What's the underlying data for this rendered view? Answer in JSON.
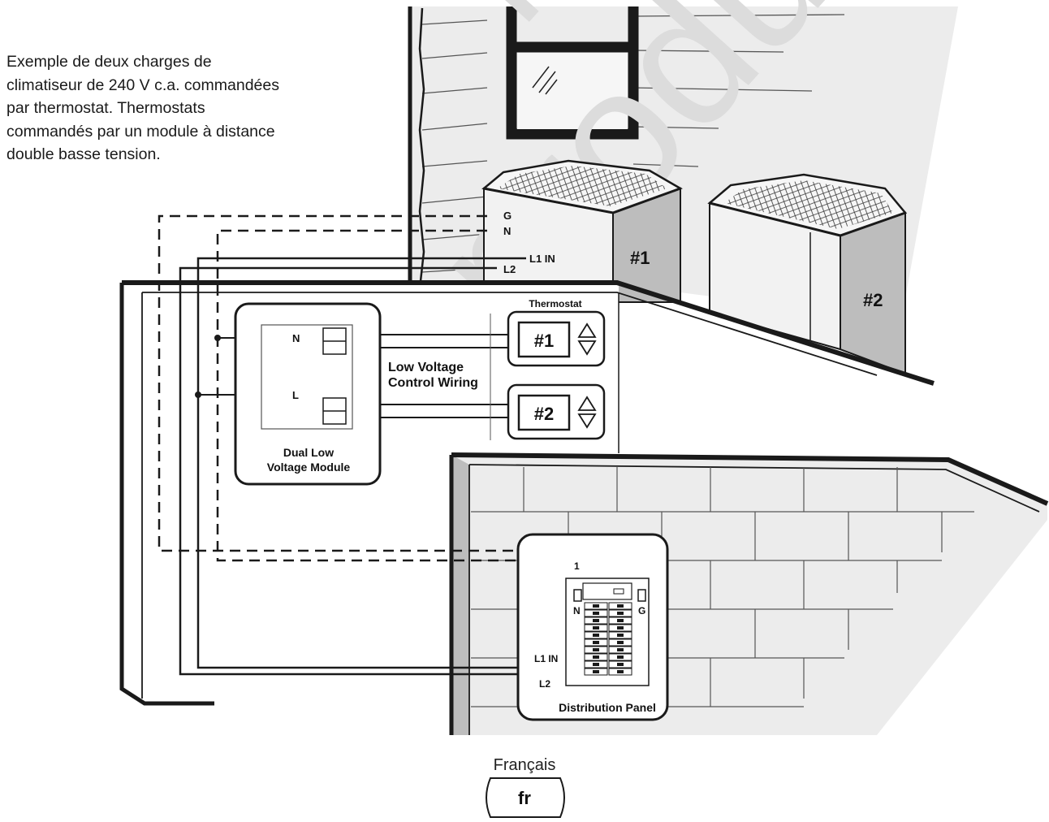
{
  "caption": {
    "lines": [
      "Exemple de deux charges de",
      "climatiseur de 240 V c.a. commandées",
      "par thermostat. Thermostats",
      "commandés par un module à distance",
      "double basse tension."
    ]
  },
  "watermark": {
    "line1": "for",
    "line2": "Reproduct"
  },
  "labels": {
    "wire_g": "G",
    "wire_n": "N",
    "wire_l1in": "L1 IN",
    "wire_l2": "L2",
    "unit1": "#1",
    "unit2": "#2",
    "thermostat_title": "Thermostat",
    "thermostat1": "#1",
    "thermostat2": "#2",
    "low_voltage_line1": "Low Voltage",
    "low_voltage_line2": "Control Wiring",
    "module_n": "N",
    "module_l": "L",
    "module_line1": "Dual Low",
    "module_line2": "Voltage Module",
    "panel_1": "1",
    "panel_n": "N",
    "panel_g": "G",
    "panel_l1in": "L1 IN",
    "panel_l2": "L2",
    "panel_title": "Distribution Panel"
  },
  "language": {
    "name": "Français",
    "code": "fr"
  },
  "colors": {
    "line": "#1a1a1a",
    "siding": "#ececec",
    "unit_front": "#f2f2f2",
    "unit_side": "#bdbdbd",
    "brick": "#ececec",
    "watermark": "#dcdcdc"
  }
}
